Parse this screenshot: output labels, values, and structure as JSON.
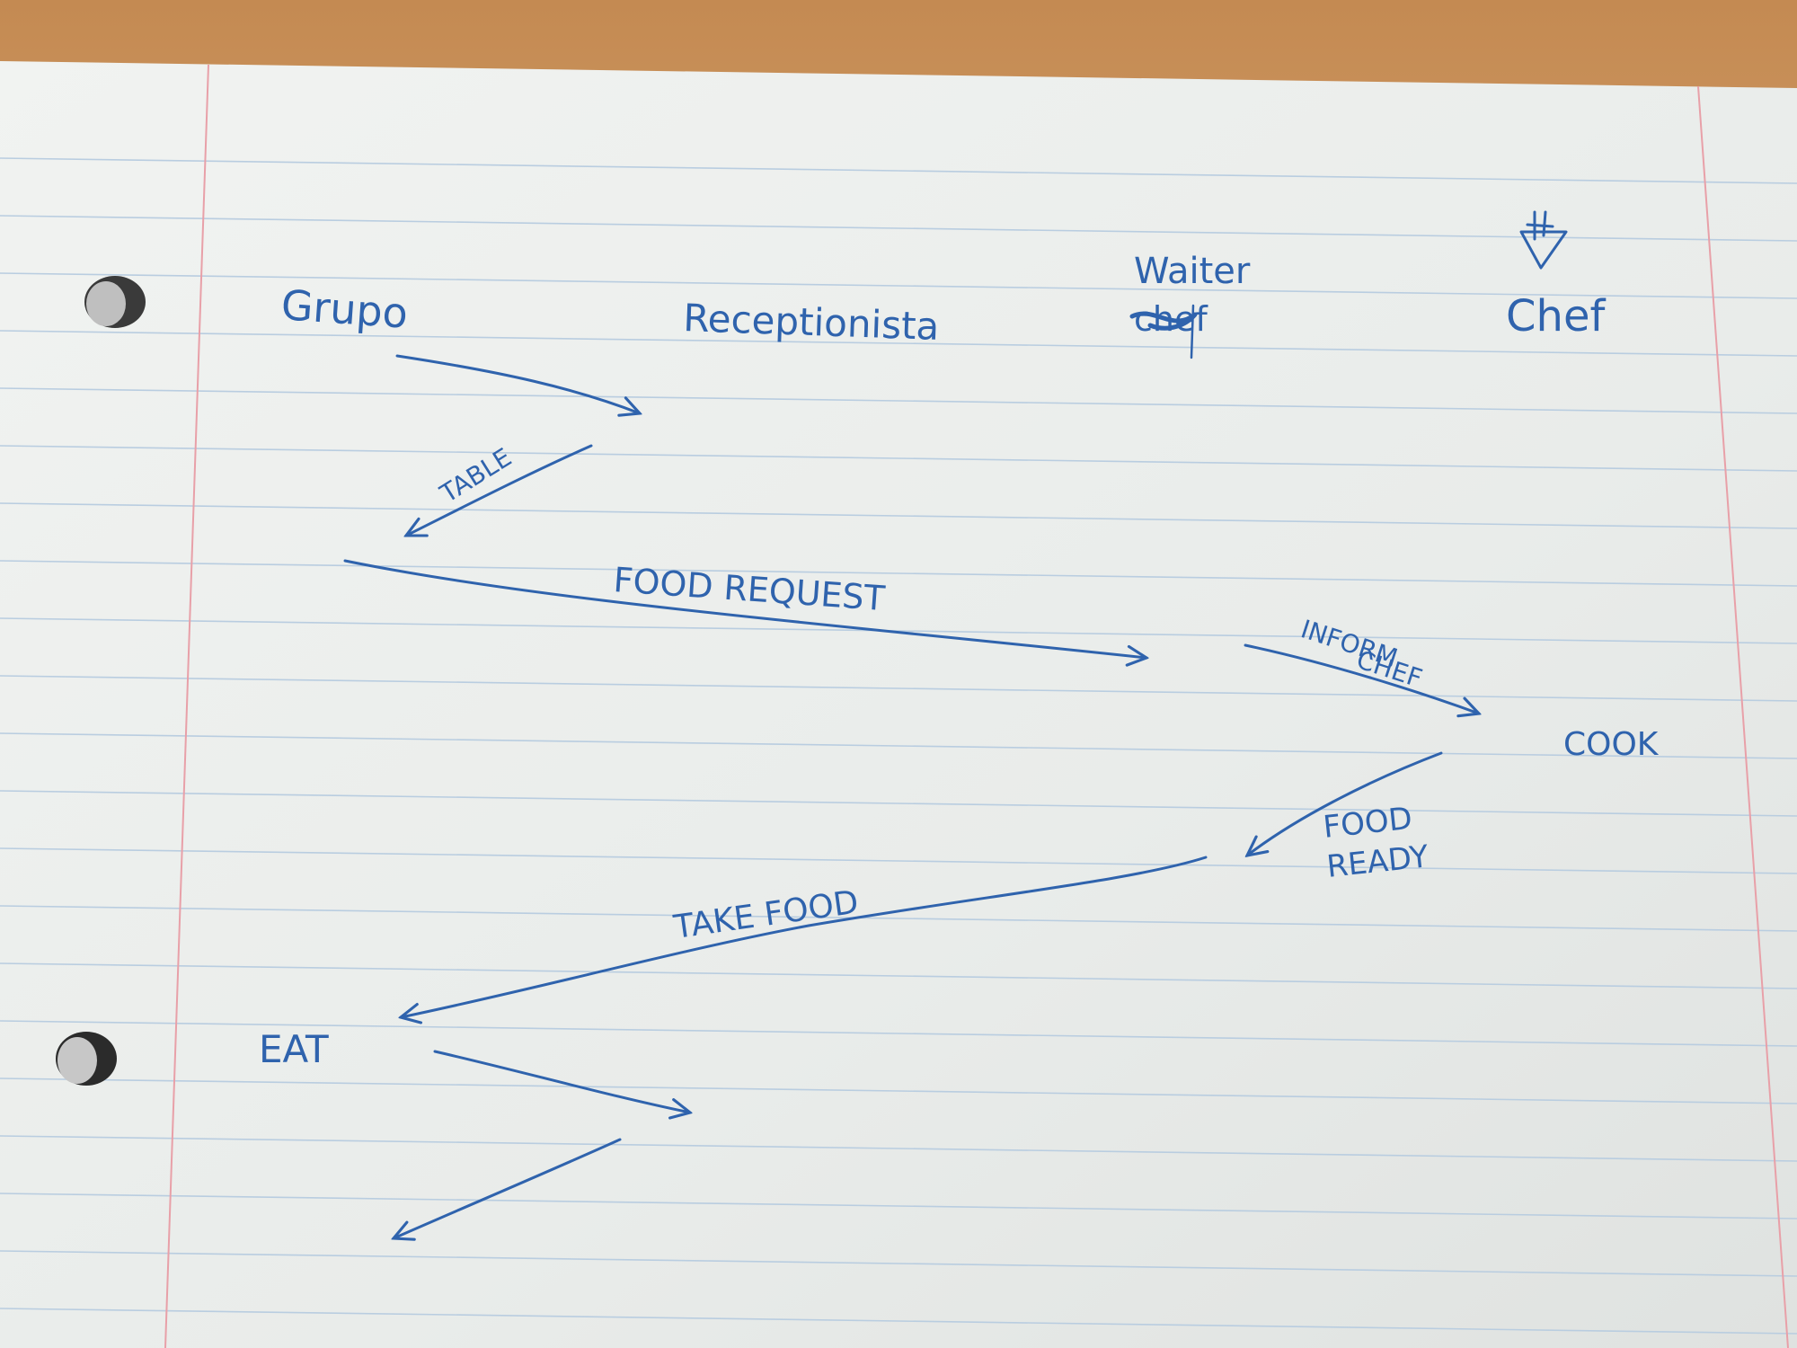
{
  "ink_color": "#2f63ad",
  "paper_color": "#eef0ee",
  "margin_line_color": "#e8a0a8",
  "rule_line_color": "#b9cde0",
  "participants": {
    "group": "Grupo",
    "receptionist": "Receptionista",
    "waiter": "Waiter",
    "waiter_crossed_out": "chef",
    "chef": "Chef"
  },
  "messages": {
    "table": "TABLE",
    "food_request": "FOOD REQUEST",
    "inform_chef_line1": "INFORM",
    "inform_chef_line2": "CHEF",
    "cook": "COOK",
    "food_ready_line1": "FOOD",
    "food_ready_line2": "READY",
    "take_food": "TAKE FOOD",
    "eat": "EAT"
  }
}
